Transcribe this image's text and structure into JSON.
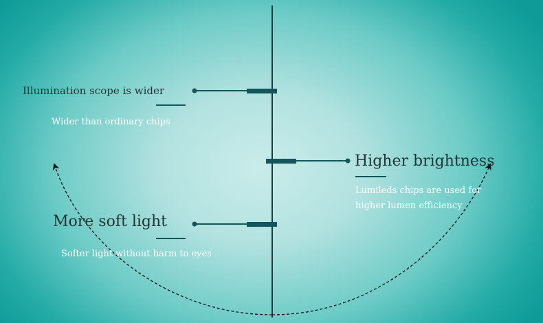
{
  "features": [
    {
      "title": "Illumination scope is wider",
      "description": "Wider than ordinary chips"
    },
    {
      "title": "Higher brightness",
      "description": "Lumileds chips are used for higher lumen efficiency"
    },
    {
      "title": "More soft light",
      "description": "Softer light without harm to eyes"
    }
  ],
  "colors": {
    "line": "#12555a",
    "axis": "#1d3c3c",
    "text_dark": "#1f3434",
    "text_light": "#ffffff"
  }
}
